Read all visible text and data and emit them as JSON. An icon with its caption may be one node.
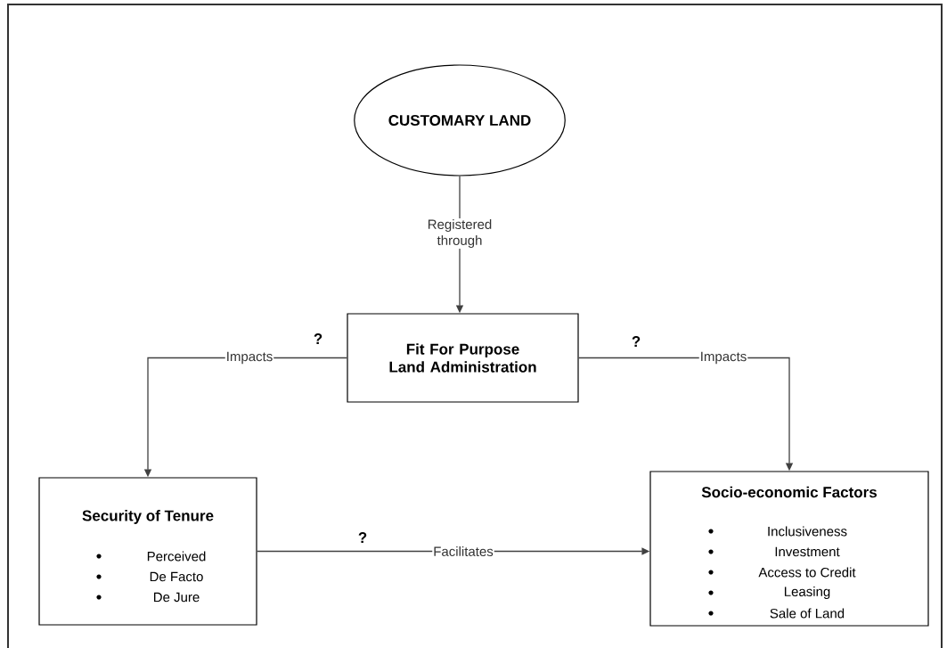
{
  "diagram": {
    "nodes": [
      {
        "text": [
          "CUSTOMARY LAND"
        ]
      },
      {
        "text": [
          "Fit For Purpose Land Administration"
        ]
      },
      {
        "text": [
          "Security of Tenure",
          "Perceived",
          "De Facto",
          "De Jure"
        ]
      },
      {
        "text": [
          "Socio-economic Factors",
          "Inclusiveness",
          "Investment",
          "Access to Credit",
          "Leasing",
          "Sale of Land"
        ]
      }
    ],
    "edges": [
      {
        "from": 0,
        "to": 1,
        "arrow": "to",
        "label": "Registered through"
      },
      {
        "from": 1,
        "to": 2,
        "arrow": "to",
        "label": "Impacts"
      },
      {
        "from": 1,
        "to": 3,
        "arrow": "to",
        "label": "Impacts"
      },
      {
        "from": 2,
        "to": 3,
        "arrow": "to",
        "label": "Facilitates"
      }
    ],
    "labels": [
      "?",
      "?",
      "?"
    ]
  }
}
